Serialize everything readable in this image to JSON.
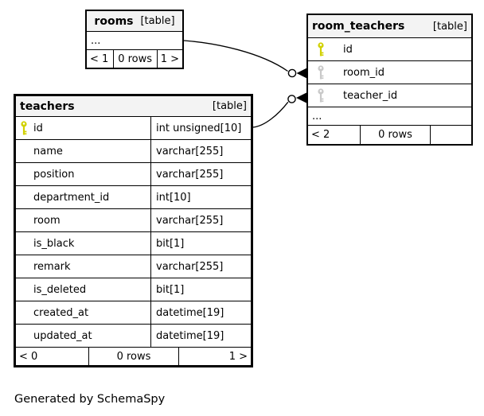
{
  "page": {
    "generated_by": "Generated by SchemaSpy"
  },
  "colors": {
    "primary_key": "#d1d100",
    "foreign_key": "#c9c9c9",
    "header_bg": "#f3f3f3",
    "border": "#000000",
    "background": "#ffffff"
  },
  "tables": {
    "rooms": {
      "title": "rooms",
      "tag": "[table]",
      "ellipsis": "...",
      "footer": {
        "left": "< 1",
        "center": "0 rows",
        "right": "1 >"
      }
    },
    "room_teachers": {
      "title": "room_teachers",
      "tag": "[table]",
      "columns": [
        {
          "name": "id",
          "key": "primary"
        },
        {
          "name": "room_id",
          "key": "foreign"
        },
        {
          "name": "teacher_id",
          "key": "foreign"
        }
      ],
      "ellipsis": "...",
      "footer": {
        "left": "< 2",
        "center": "0 rows",
        "right": ""
      }
    },
    "teachers": {
      "title": "teachers",
      "tag": "[table]",
      "columns": [
        {
          "name": "id",
          "type": "int unsigned[10]",
          "key": "primary"
        },
        {
          "name": "name",
          "type": "varchar[255]"
        },
        {
          "name": "position",
          "type": "varchar[255]"
        },
        {
          "name": "department_id",
          "type": "int[10]"
        },
        {
          "name": "room",
          "type": "varchar[255]"
        },
        {
          "name": "is_black",
          "type": "bit[1]"
        },
        {
          "name": "remark",
          "type": "varchar[255]"
        },
        {
          "name": "is_deleted",
          "type": "bit[1]"
        },
        {
          "name": "created_at",
          "type": "datetime[19]"
        },
        {
          "name": "updated_at",
          "type": "datetime[19]"
        }
      ],
      "footer": {
        "left": "< 0",
        "center": "0 rows",
        "right": "1 >"
      }
    }
  },
  "relationships": [
    {
      "from": "rooms",
      "to": "room_teachers.room_id"
    },
    {
      "from": "teachers.id",
      "to": "room_teachers.teacher_id"
    }
  ]
}
